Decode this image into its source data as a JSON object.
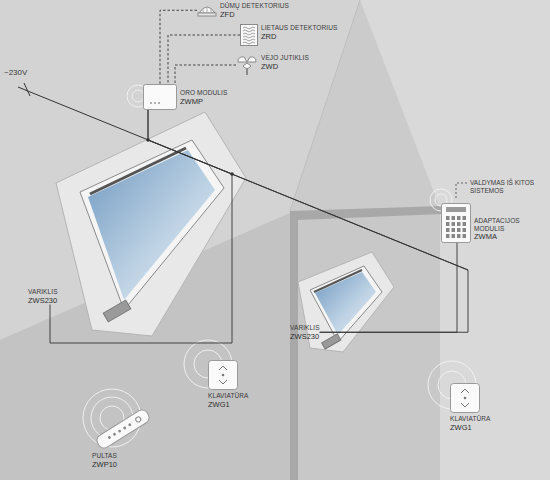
{
  "diagram": {
    "nodes": [
      {
        "text": [
          "DŪMŲ DETEKTORIUS",
          "ZFD"
        ]
      },
      {
        "text": [
          "LIETAUS DETEKTORIUS",
          "ZRD"
        ]
      },
      {
        "text": [
          "VĖJO JUTIKLIS",
          "ZWD"
        ]
      },
      {
        "text": [
          "ORO MODULIS",
          "ZWMP"
        ]
      },
      {
        "text": [
          "ADAPTACIJOS MODULIS",
          "ZWMA"
        ]
      },
      {
        "text": [
          "VARIKLIS",
          "ZWS230"
        ]
      },
      {
        "text": [
          "VARIKLIS",
          "ZWS230"
        ]
      },
      {
        "text": [
          "KLAVIATŪRA",
          "ZWG1"
        ]
      },
      {
        "text": [
          "KLAVIATŪRA",
          "ZWG1"
        ]
      },
      {
        "text": [
          "PULTAS",
          "ZWP10"
        ]
      }
    ],
    "edges": [
      {
        "from": 0,
        "to": 3,
        "arrow": "none"
      },
      {
        "from": 1,
        "to": 3,
        "arrow": "none"
      },
      {
        "from": 2,
        "to": 3,
        "arrow": "none"
      },
      {
        "from": 3,
        "to": 5,
        "arrow": "none"
      },
      {
        "from": 3,
        "to": 6,
        "arrow": "none"
      },
      {
        "from": 4,
        "to": 6,
        "arrow": "none"
      }
    ],
    "labels": [
      "~230V",
      "VALDYMAS IŠ KITOS SISTEMOS"
    ]
  }
}
